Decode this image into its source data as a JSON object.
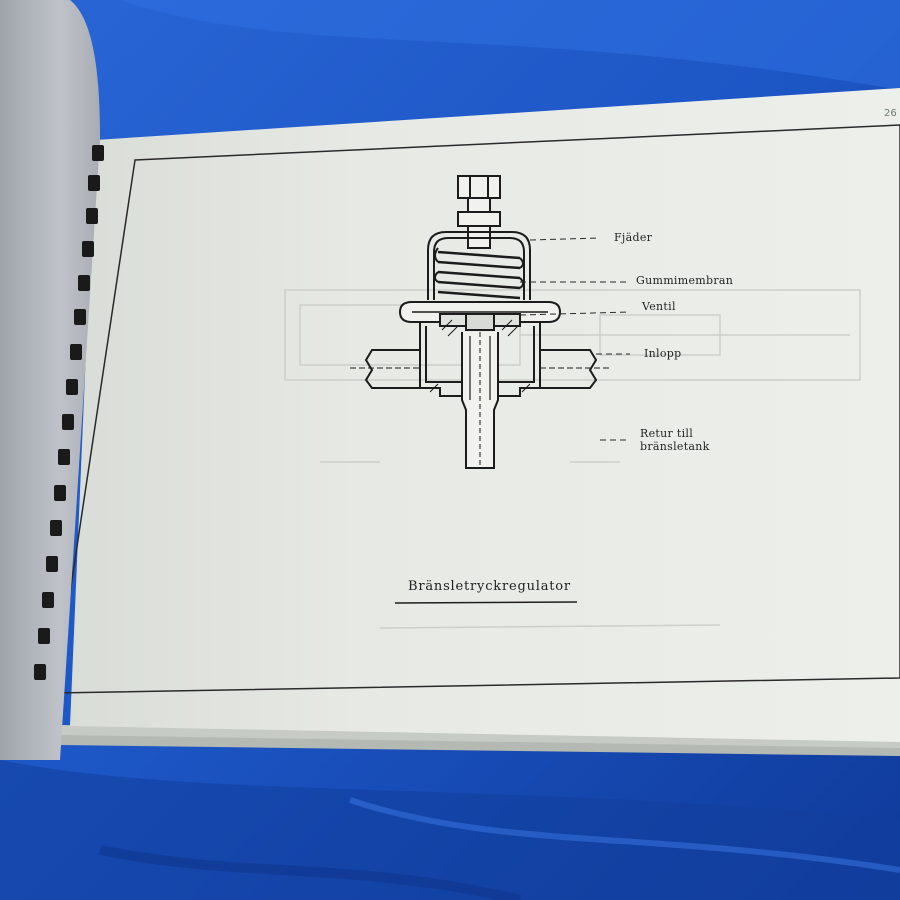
{
  "page": {
    "number": "26"
  },
  "diagram": {
    "caption": "Bränsletryckregulator",
    "labels": {
      "spring": "Fjäder",
      "membrane": "Gummimembran",
      "valve": "Ventil",
      "inlet": "Inlopp",
      "return_line1": "Retur till",
      "return_line2": "bränsletank"
    }
  },
  "colors": {
    "cloth": "#1d57c8",
    "paper": "#e8ebe6",
    "ink": "#232323",
    "cover": "#b9bdc3"
  }
}
